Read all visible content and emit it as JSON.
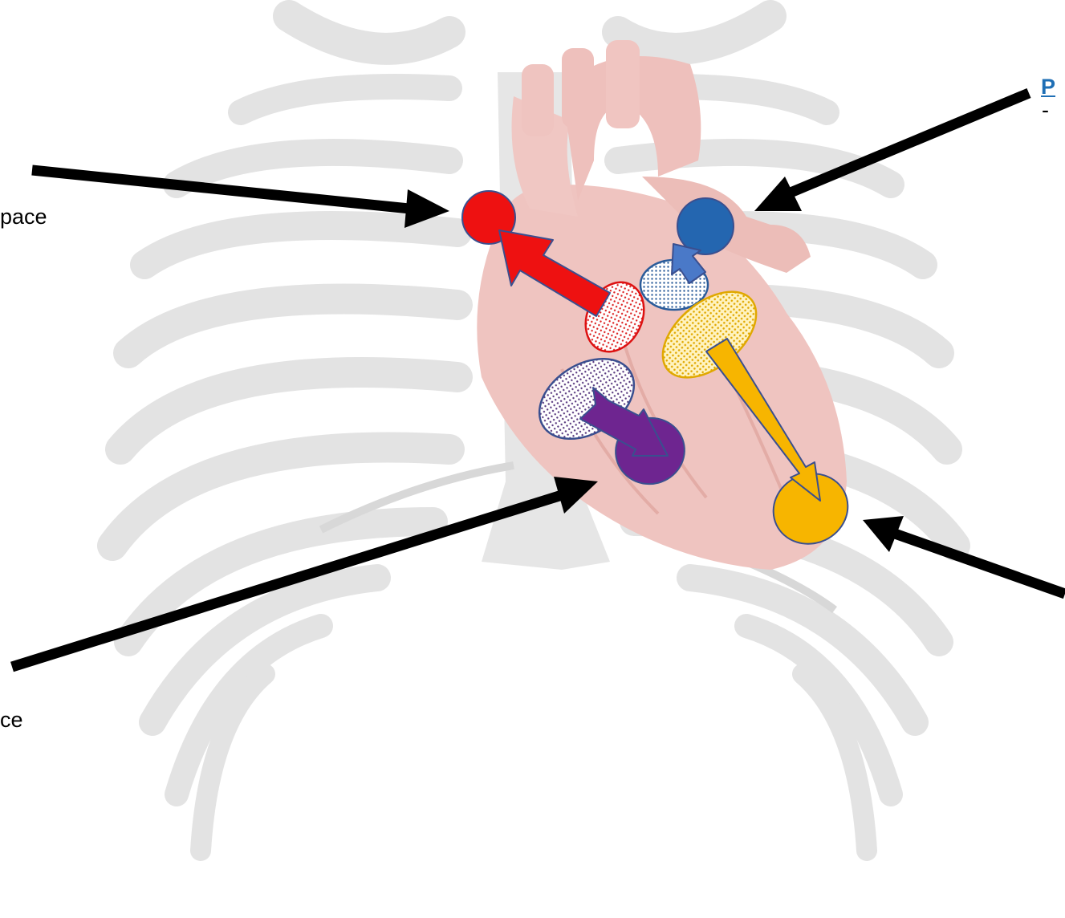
{
  "labels": {
    "top_left": "pace",
    "bottom_left": "ce",
    "top_right_heading": "P",
    "top_right_bullet": "-"
  },
  "colors": {
    "aortic": "#ee1111",
    "pulmonic": "#2466b0",
    "tricuspid": "#6e2590",
    "mitral": "#f7b500",
    "pointer": "#000000",
    "rib": "#e3e3e3",
    "heart": "#efc4c0"
  }
}
